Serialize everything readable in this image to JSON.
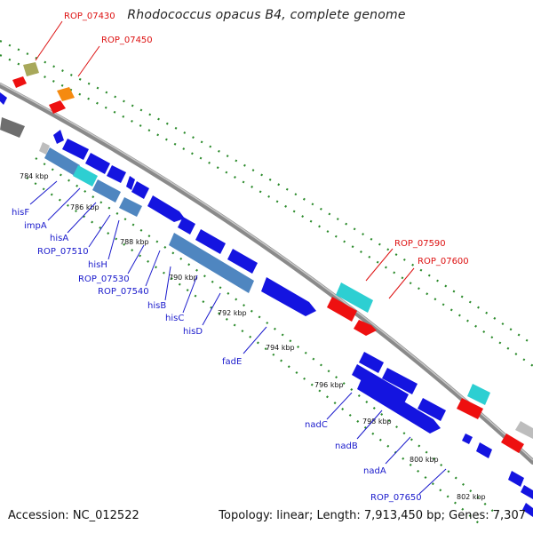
{
  "title": "Rhodococcus opacus B4, complete genome",
  "footer": {
    "accession": "Accession: NC_012522",
    "summary": "Topology: linear; Length: 7,913,450 bp; Genes: 7,307"
  },
  "colors": {
    "blue_gene": "#1414e0",
    "steel_gene": "#4f86c0",
    "cyan_gene": "#2dcfd2",
    "red_gene": "#ee1010",
    "olive_gene": "#a8a85a",
    "orange_gene": "#f58a10",
    "gray_gene": "#6e6e6e",
    "backbone": "#8a8a8a",
    "dotted_track": "#2a8a2a",
    "blue_label": "#1a1acc",
    "red_label": "#dd1111"
  },
  "kbp_ticks": [
    "784 kbp",
    "786 kbp",
    "788 kbp",
    "790 kbp",
    "792 kbp",
    "794 kbp",
    "796 kbp",
    "798 kbp",
    "800 kbp",
    "802 kbp"
  ],
  "gene_labels_blue": [
    "hisF",
    "impA",
    "hisA",
    "ROP_07510",
    "hisH",
    "ROP_07530",
    "ROP_07540",
    "hisB",
    "hisC",
    "hisD",
    "fadE",
    "nadC",
    "nadB",
    "nadA",
    "ROP_07650"
  ],
  "gene_labels_red": [
    "ROP_07430",
    "ROP_07450",
    "ROP_07590",
    "ROP_07600"
  ]
}
